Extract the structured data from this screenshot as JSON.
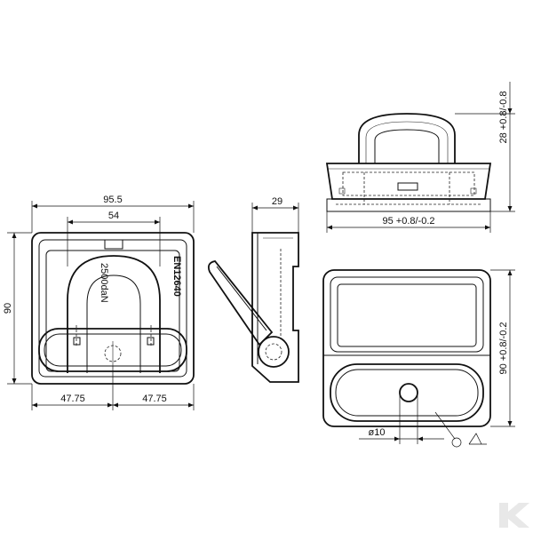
{
  "front_view": {
    "dim_width": "95.5",
    "dim_inner_width": "54",
    "dim_height": "90",
    "dim_left_offset": "47.75",
    "dim_right_offset": "47.75",
    "marking_standard": "EN12640",
    "marking_load": "2500daN"
  },
  "side_view": {
    "dim_depth": "29"
  },
  "top_view": {
    "dim_width": "95 +0.8/-0.2",
    "dim_ring_height": "28 +0.8/-0.8"
  },
  "cutout_view": {
    "dim_height": "90 +0.8/-0.2",
    "dim_hole": "ø10"
  },
  "colors": {
    "line": "#111111",
    "logo": "#e8e8e8"
  }
}
